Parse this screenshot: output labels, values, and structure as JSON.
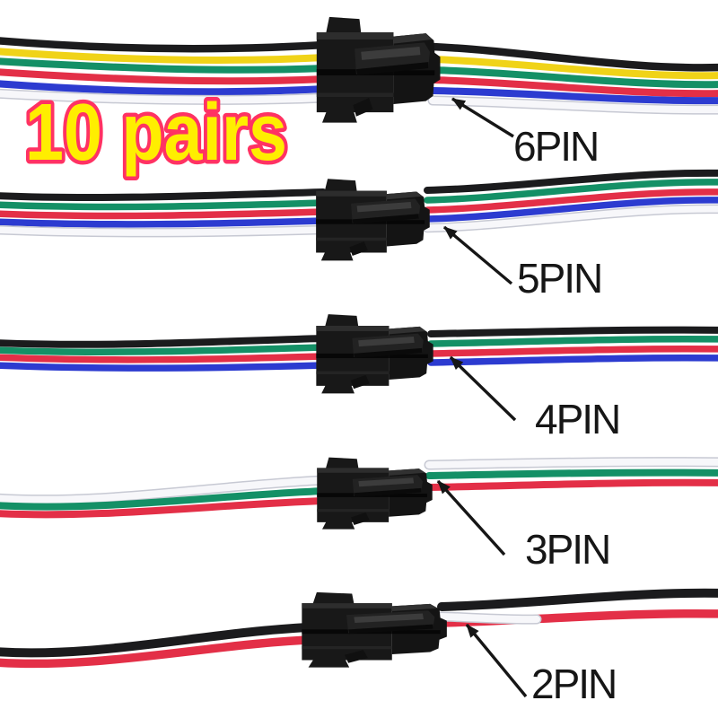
{
  "background_color": "#ffffff",
  "promo": {
    "text": "10 pairs",
    "fill_color": "#ffee00",
    "outline_color": "#ff3263"
  },
  "annotation": {
    "text_color": "#161616",
    "arrow_color": "#161616"
  },
  "connector": {
    "type": "JST SM mated plug pair",
    "body_color": "#181818",
    "highlight_color": "#333333"
  },
  "wire_colors": {
    "black": "#1b1b1d",
    "yellow": "#f0d318",
    "green": "#149066",
    "red": "#e32f47",
    "blue": "#2c3bd0",
    "white": "#f7f7fa"
  },
  "rows": [
    {
      "id": "6pin",
      "label": "6PIN",
      "pin_count": 6,
      "wires": [
        "black",
        "yellow",
        "green",
        "red",
        "blue",
        "white"
      ]
    },
    {
      "id": "5pin",
      "label": "5PIN",
      "pin_count": 5,
      "wires": [
        "black",
        "green",
        "red",
        "blue",
        "white"
      ]
    },
    {
      "id": "4pin",
      "label": "4PIN",
      "pin_count": 4,
      "wires": [
        "black",
        "green",
        "red",
        "blue"
      ]
    },
    {
      "id": "3pin",
      "label": "3PIN",
      "pin_count": 3,
      "wires": [
        "white",
        "green",
        "red"
      ]
    },
    {
      "id": "2pin",
      "label": "2PIN",
      "pin_count": 2,
      "wires": [
        "black",
        "red"
      ],
      "stub_wire": "white"
    }
  ]
}
